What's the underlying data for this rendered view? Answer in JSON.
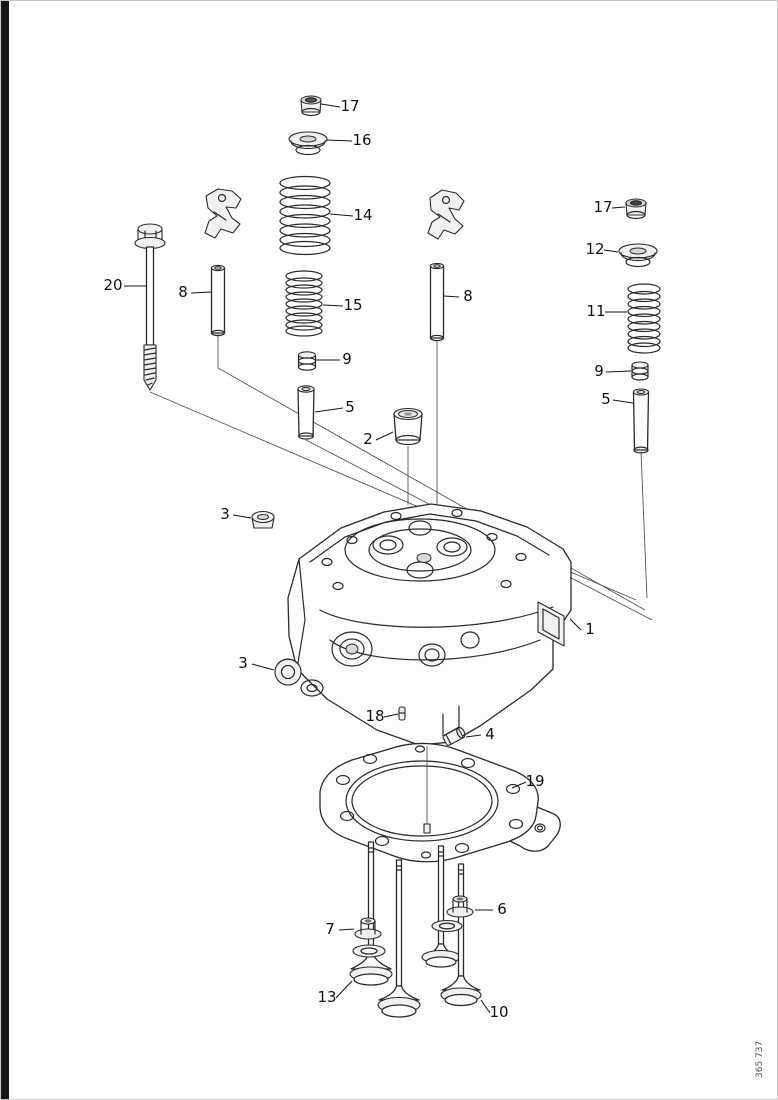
{
  "page": {
    "background": "#ffffff",
    "edge_bar_color": "#161616",
    "line_color": "#2a2a2a"
  },
  "figure": {
    "doc_number": "365 737"
  },
  "labels": [
    {
      "text": "17"
    },
    {
      "text": "16"
    },
    {
      "text": "14"
    },
    {
      "text": "15"
    },
    {
      "text": "9"
    },
    {
      "text": "5"
    },
    {
      "text": "2"
    },
    {
      "text": "8"
    },
    {
      "text": "20"
    },
    {
      "text": "8"
    },
    {
      "text": "17"
    },
    {
      "text": "12"
    },
    {
      "text": "11"
    },
    {
      "text": "9"
    },
    {
      "text": "5"
    },
    {
      "text": "3"
    },
    {
      "text": "1"
    },
    {
      "text": "3"
    },
    {
      "text": "18"
    },
    {
      "text": "4"
    },
    {
      "text": "19"
    },
    {
      "text": "6"
    },
    {
      "text": "7"
    },
    {
      "text": "13"
    },
    {
      "text": "10"
    }
  ]
}
